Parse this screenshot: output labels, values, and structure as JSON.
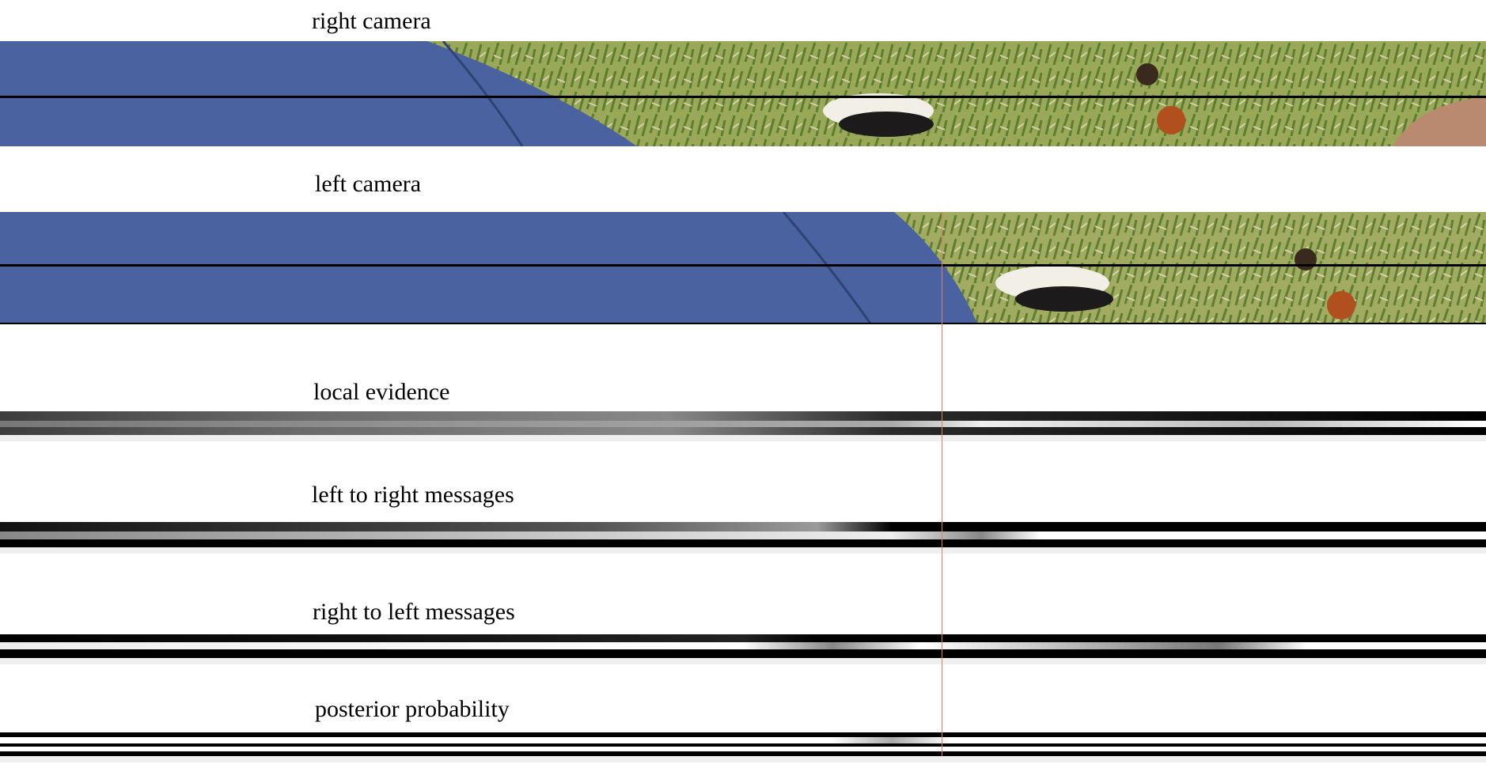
{
  "labels": {
    "right_camera": "right camera",
    "left_camera": "left camera",
    "local_evidence": "local evidence",
    "left_to_right": "left to right messages",
    "right_to_left": "right to left messages",
    "posterior": "posterior probability"
  },
  "colors": {
    "tarp_blue": "#4a62a0",
    "grass_green": "#8aa64a",
    "marker_line": "#d9826a"
  }
}
